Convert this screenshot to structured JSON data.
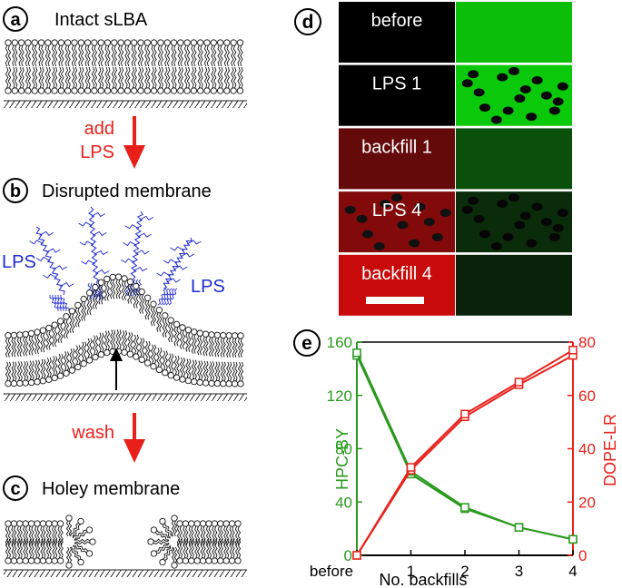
{
  "left_panels": {
    "a": {
      "letter": "a",
      "title": "Intact sLBA"
    },
    "step1": {
      "line1": "add",
      "line2": "LPS"
    },
    "b": {
      "letter": "b",
      "title": "Disrupted membrane",
      "lps_left": "LPS",
      "lps_right": "LPS"
    },
    "step2": {
      "label": "wash"
    },
    "c": {
      "letter": "c",
      "title": "Holey membrane"
    }
  },
  "panel_d": {
    "letter": "d",
    "rows": [
      {
        "label": "before",
        "red_level": 0.0,
        "green_level": 0.85,
        "red_holes": false,
        "green_holes": false
      },
      {
        "label": "LPS 1",
        "red_level": 0.0,
        "green_level": 0.9,
        "red_holes": false,
        "green_holes": true
      },
      {
        "label": "backfill 1",
        "red_level": 0.4,
        "green_level": 0.3,
        "red_holes": false,
        "green_holes": false
      },
      {
        "label": "LPS 4",
        "red_level": 0.55,
        "green_level": 0.12,
        "red_holes": true,
        "green_holes": true
      },
      {
        "label": "backfill 4",
        "red_level": 0.9,
        "green_level": 0.07,
        "red_holes": false,
        "green_holes": false
      }
    ]
  },
  "chart_data": {
    "type": "line",
    "letter": "e",
    "xlabel": "No. backfills",
    "ylabel_left": "HPC-BY",
    "ylabel_right": "DOPE-LR",
    "categories": [
      "before",
      "1",
      "2",
      "3",
      "4"
    ],
    "x_ticks": [
      "before",
      "1",
      "2",
      "3",
      "4"
    ],
    "y_left_ticks": [
      "0",
      "40",
      "80",
      "120",
      "160"
    ],
    "y_right_ticks": [
      "0",
      "20",
      "40",
      "60",
      "80"
    ],
    "ylim_left": [
      0,
      160
    ],
    "ylim_right": [
      0,
      80
    ],
    "colors": {
      "left": "#2a9a1e",
      "right": "#e8201a"
    },
    "series": [
      {
        "axis": "left",
        "values": [
          150,
          61,
          35,
          21,
          12
        ]
      },
      {
        "axis": "left",
        "values": [
          152,
          63,
          36,
          21,
          12
        ]
      },
      {
        "axis": "right",
        "values": [
          0,
          32,
          52,
          64,
          75
        ]
      },
      {
        "axis": "right",
        "values": [
          0,
          33,
          53,
          65,
          77
        ]
      }
    ]
  }
}
